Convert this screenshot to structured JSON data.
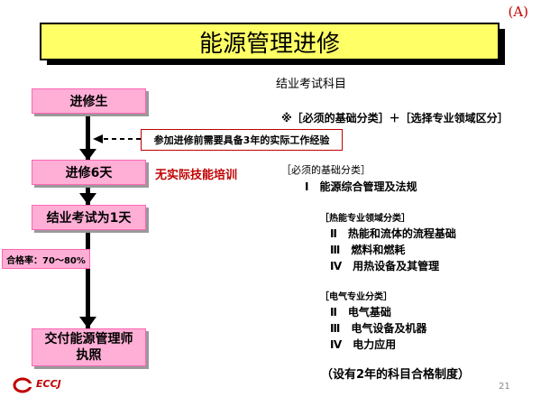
{
  "corner_label": "(A)",
  "title": "能源管理进修",
  "flow": {
    "step1": "进修生",
    "step2": "进修6天",
    "step3": "结业考试为1天",
    "step4_line1": "交付能源管理师",
    "step4_line2": "执照",
    "prereq_note": "参加进修前需要具备3年的实际工作经验",
    "no_training_note": "无实际技能培训",
    "pass_rate": "合格率：70～80%"
  },
  "right": {
    "heading": "结业考试科目",
    "formula": "※［必须的基础分类］＋［选择专业领域区分］",
    "basic_header": "［必须的基础分类］",
    "basic_item": "Ⅰ　能源综合管理及法规",
    "heat_header": "［热能专业领域分类］",
    "heat_items": [
      "Ⅱ　热能和流体的流程基础",
      "Ⅲ　燃料和燃耗",
      "Ⅳ　用热设备及其管理"
    ],
    "elec_header": "［电气专业分类］",
    "elec_items": [
      "Ⅱ　电气基础",
      "Ⅲ　电气设备及机器",
      "Ⅳ　电力应用"
    ],
    "footer_note": "（设有2年的科目合格制度）"
  },
  "logo_text": "ECCJ",
  "page_number": "21",
  "colors": {
    "title_bg": "#ffff66",
    "box_bg": "#ffaed6",
    "accent_red": "#c00000"
  }
}
